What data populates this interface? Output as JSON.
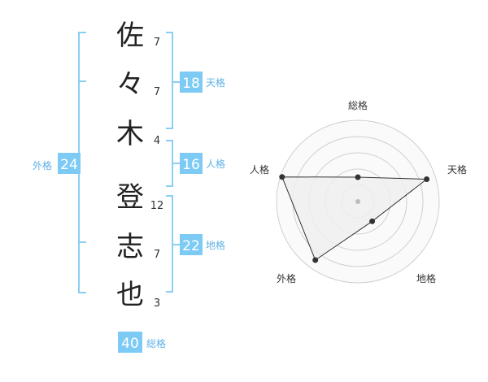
{
  "name": {
    "characters": [
      {
        "char": "佐",
        "strokes": "7"
      },
      {
        "char": "々",
        "strokes": "7"
      },
      {
        "char": "木",
        "strokes": "4"
      },
      {
        "char": "登",
        "strokes": "12"
      },
      {
        "char": "志",
        "strokes": "7"
      },
      {
        "char": "也",
        "strokes": "3"
      }
    ]
  },
  "fortunes": {
    "tenkaku": {
      "value": "18",
      "label": "天格"
    },
    "jinkaku": {
      "value": "16",
      "label": "人格"
    },
    "chikaku": {
      "value": "22",
      "label": "地格"
    },
    "gaikaku": {
      "value": "24",
      "label": "外格"
    },
    "soukaku": {
      "value": "40",
      "label": "総格"
    }
  },
  "radar": {
    "axes": [
      "総格",
      "天格",
      "地格",
      "外格",
      "人格"
    ],
    "levels": 5,
    "values": [
      0.3,
      0.89,
      0.3,
      0.89,
      0.98
    ]
  },
  "colors": {
    "accent": "#7dcbf5",
    "bracket": "#8ccdf3",
    "label": "#5fb2e6",
    "grid": "#cfcfcf",
    "polygon_fill": "#efefef"
  }
}
